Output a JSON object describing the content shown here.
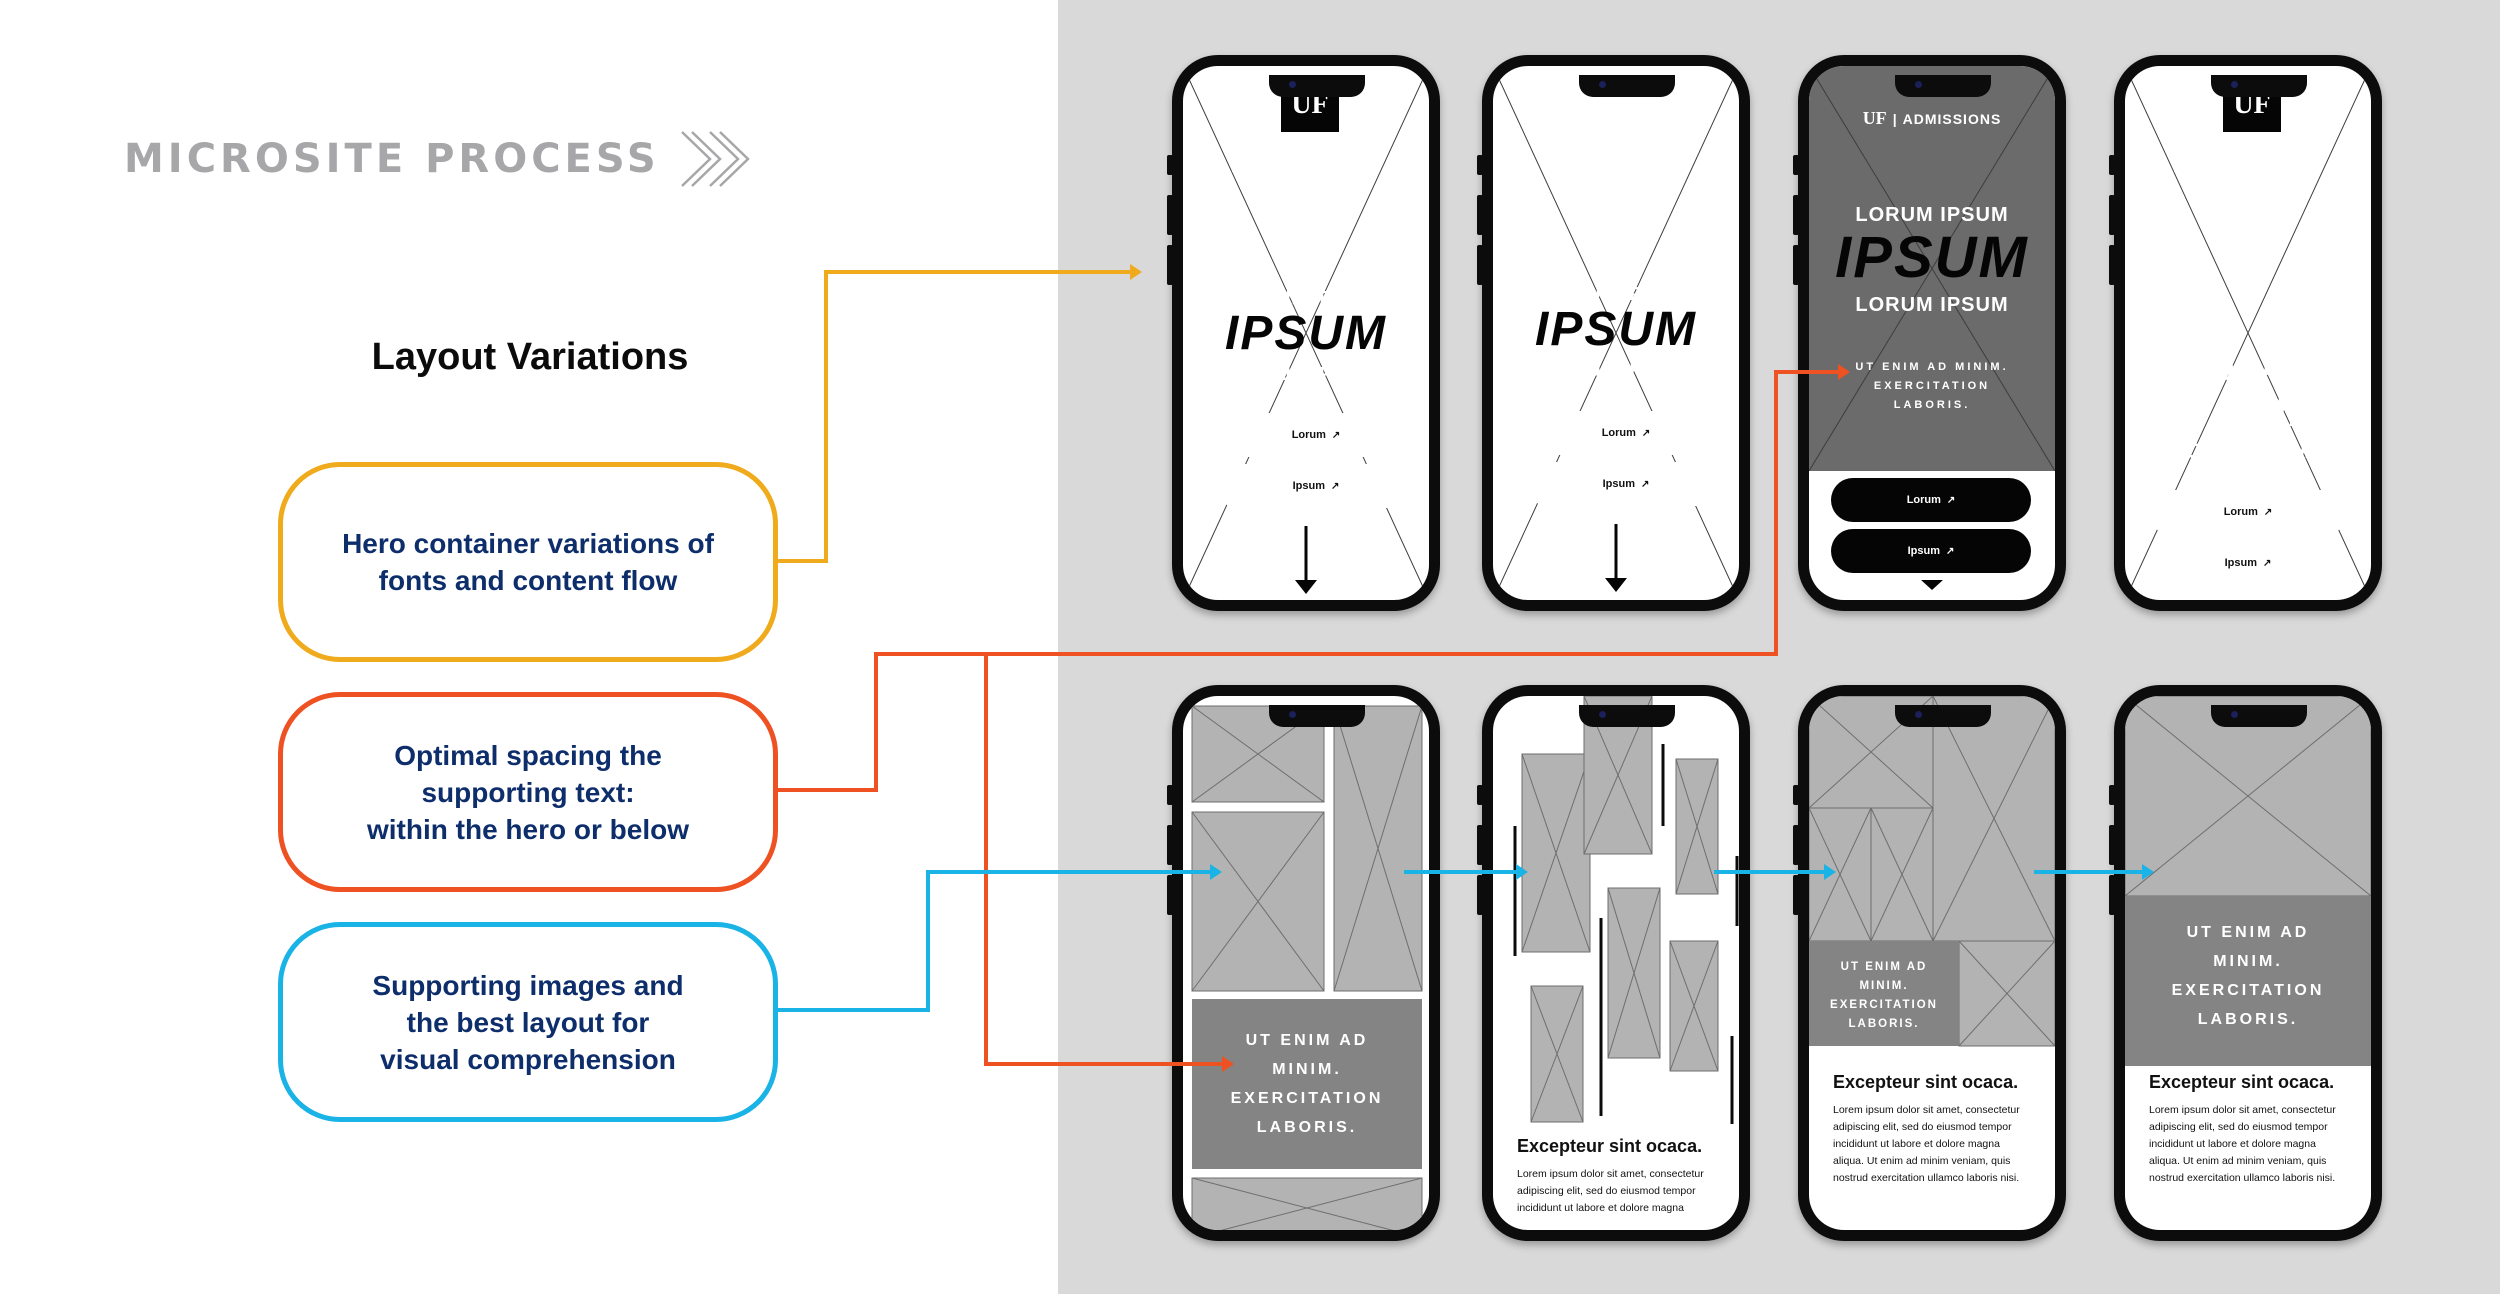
{
  "header": {
    "title": "MICROSITE PROCESS"
  },
  "section_title": "Layout Variations",
  "labels": {
    "hero": [
      "Hero container variations of",
      "fonts and content flow"
    ],
    "spacing": [
      "Optimal spacing the",
      "supporting text:",
      "within the hero or below"
    ],
    "images": [
      "Supporting images and",
      "the best layout for",
      "visual comprehension"
    ]
  },
  "colors": {
    "hero": "#f0ab1c",
    "spacing": "#ee5122",
    "images": "#1ab3e6",
    "label_text": "#0d2d6b",
    "panel_bg": "#d9d9d9"
  },
  "phone": {
    "brand": "UF",
    "admissions": "ADMISSIONS",
    "eyebrow": "LORUM IPSUM",
    "headline": "IPSUM",
    "btn1": "Lorum",
    "btn2": "Ipsum",
    "ext_icon": "↗",
    "support_l1": "UT ENIM AD MINIM.",
    "support_l2": "EXERCITATION",
    "support_l3": "LABORIS.",
    "ut_l1": "UT ENIM AD",
    "ut_l2": "MINIM.",
    "ut_l3": "EXERCITATION",
    "ut_l4": "LABORIS.",
    "body_heading": "Excepteur sint ocaca.",
    "body_p1": "Lorem ipsum dolor sit amet, consectetur",
    "body_p2": "adipiscing elit, sed do eiusmod tempor",
    "body_p3": "incididunt ut labore et dolore magna",
    "body_p4": "aliqua. Ut enim ad minim veniam, quis",
    "body_p5": "nostrud exercitation ullamco laboris nisi."
  }
}
